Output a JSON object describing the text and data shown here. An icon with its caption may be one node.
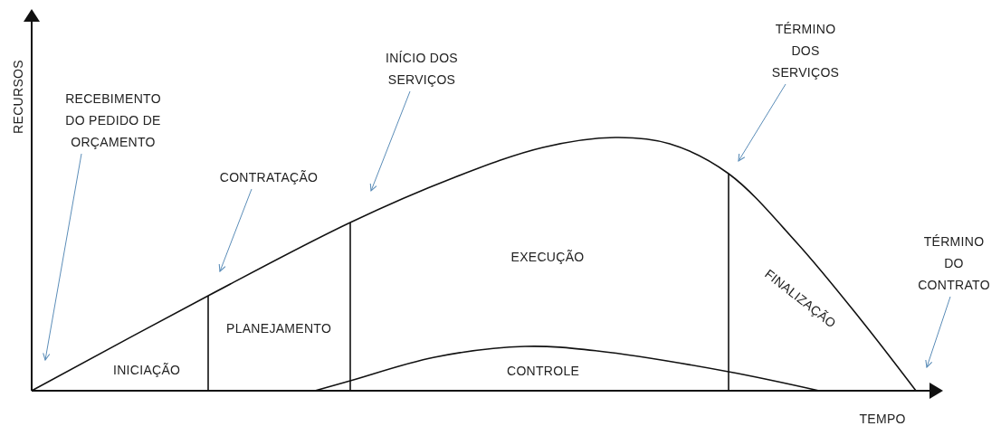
{
  "diagram": {
    "nodes": [
      {
        "text": [
          "RECEBIMENTO DO PEDIDO DE ORÇAMENTO"
        ]
      },
      {
        "text": [
          "CONTRATAÇÃO"
        ]
      },
      {
        "text": [
          "INÍCIO DOS SERVIÇOS"
        ]
      },
      {
        "text": [
          "TÉRMINO DOS SERVIÇOS"
        ]
      },
      {
        "text": [
          "TÉRMINO DO CONTRATO"
        ]
      }
    ],
    "edges": [
      {
        "from": 0,
        "to": null,
        "arrow": "to",
        "color": "#5b8db8"
      },
      {
        "from": 1,
        "to": null,
        "arrow": "to",
        "color": "#5b8db8"
      },
      {
        "from": 2,
        "to": null,
        "arrow": "to",
        "color": "#5b8db8"
      },
      {
        "from": 3,
        "to": null,
        "arrow": "to",
        "color": "#5b8db8"
      },
      {
        "from": 4,
        "to": null,
        "arrow": "to",
        "color": "#5b8db8"
      }
    ],
    "labels": [
      "RECURSOS",
      "INICIAÇÃO",
      "PLANEJAMENTO",
      "EXECUÇÃO",
      "FINALIZAÇÃO",
      "CONTROLE",
      "TEMPO"
    ]
  }
}
